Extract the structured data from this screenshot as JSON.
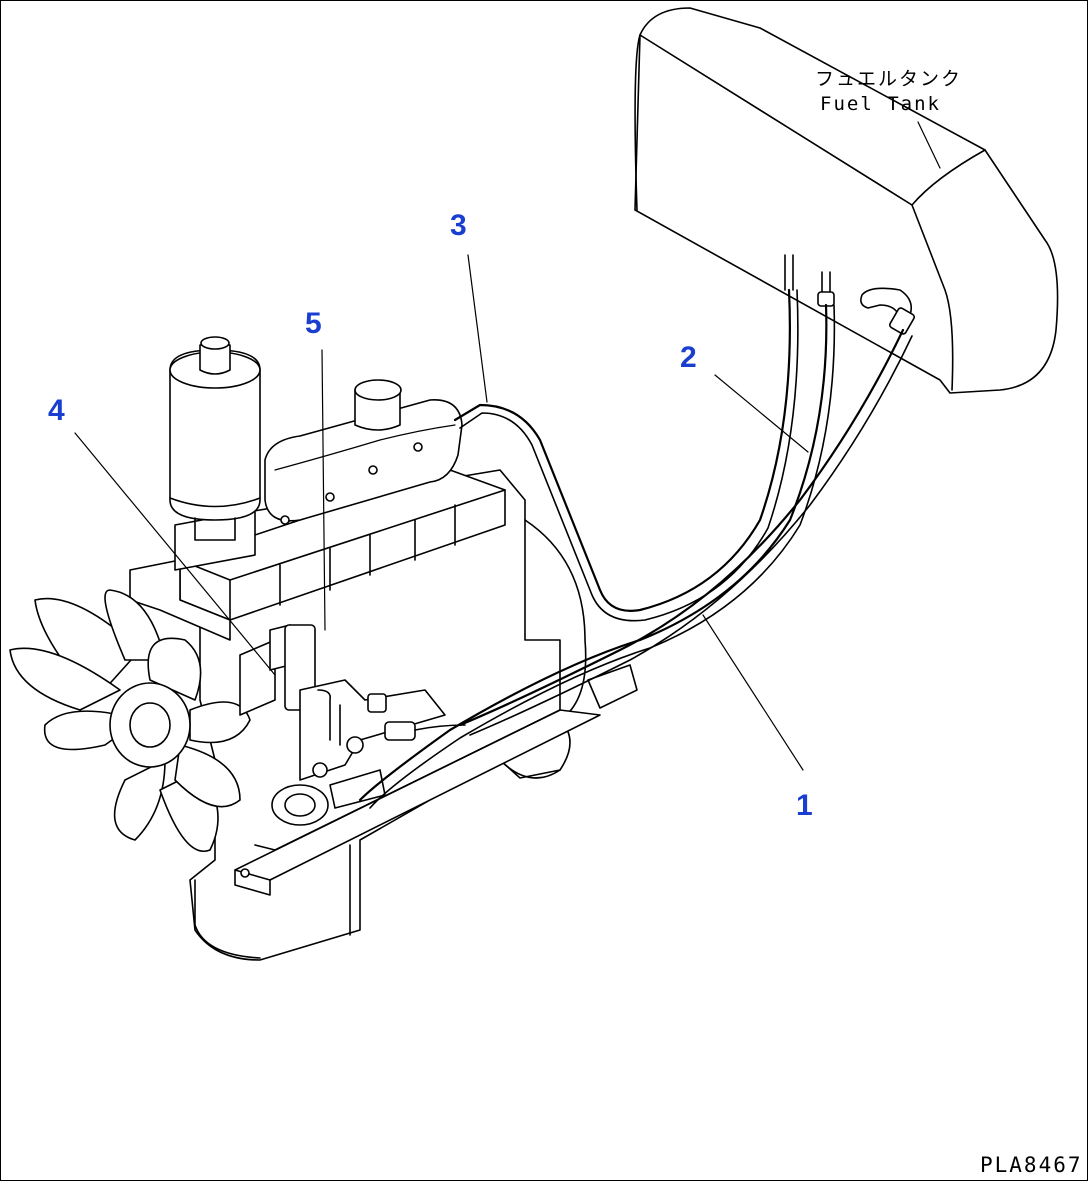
{
  "fuel_tank": {
    "label_jp": "フュエルタンク",
    "label_en": "Fuel Tank"
  },
  "callouts": [
    {
      "id": "1",
      "part": "1"
    },
    {
      "id": "2",
      "part": "2"
    },
    {
      "id": "3",
      "part": "3"
    },
    {
      "id": "4",
      "part": "4"
    },
    {
      "id": "5",
      "part": "5"
    }
  ],
  "drawing_id": "PLA8467",
  "colors": {
    "callout": "#1a3fd0",
    "line": "#000000",
    "background": "#ffffff"
  }
}
